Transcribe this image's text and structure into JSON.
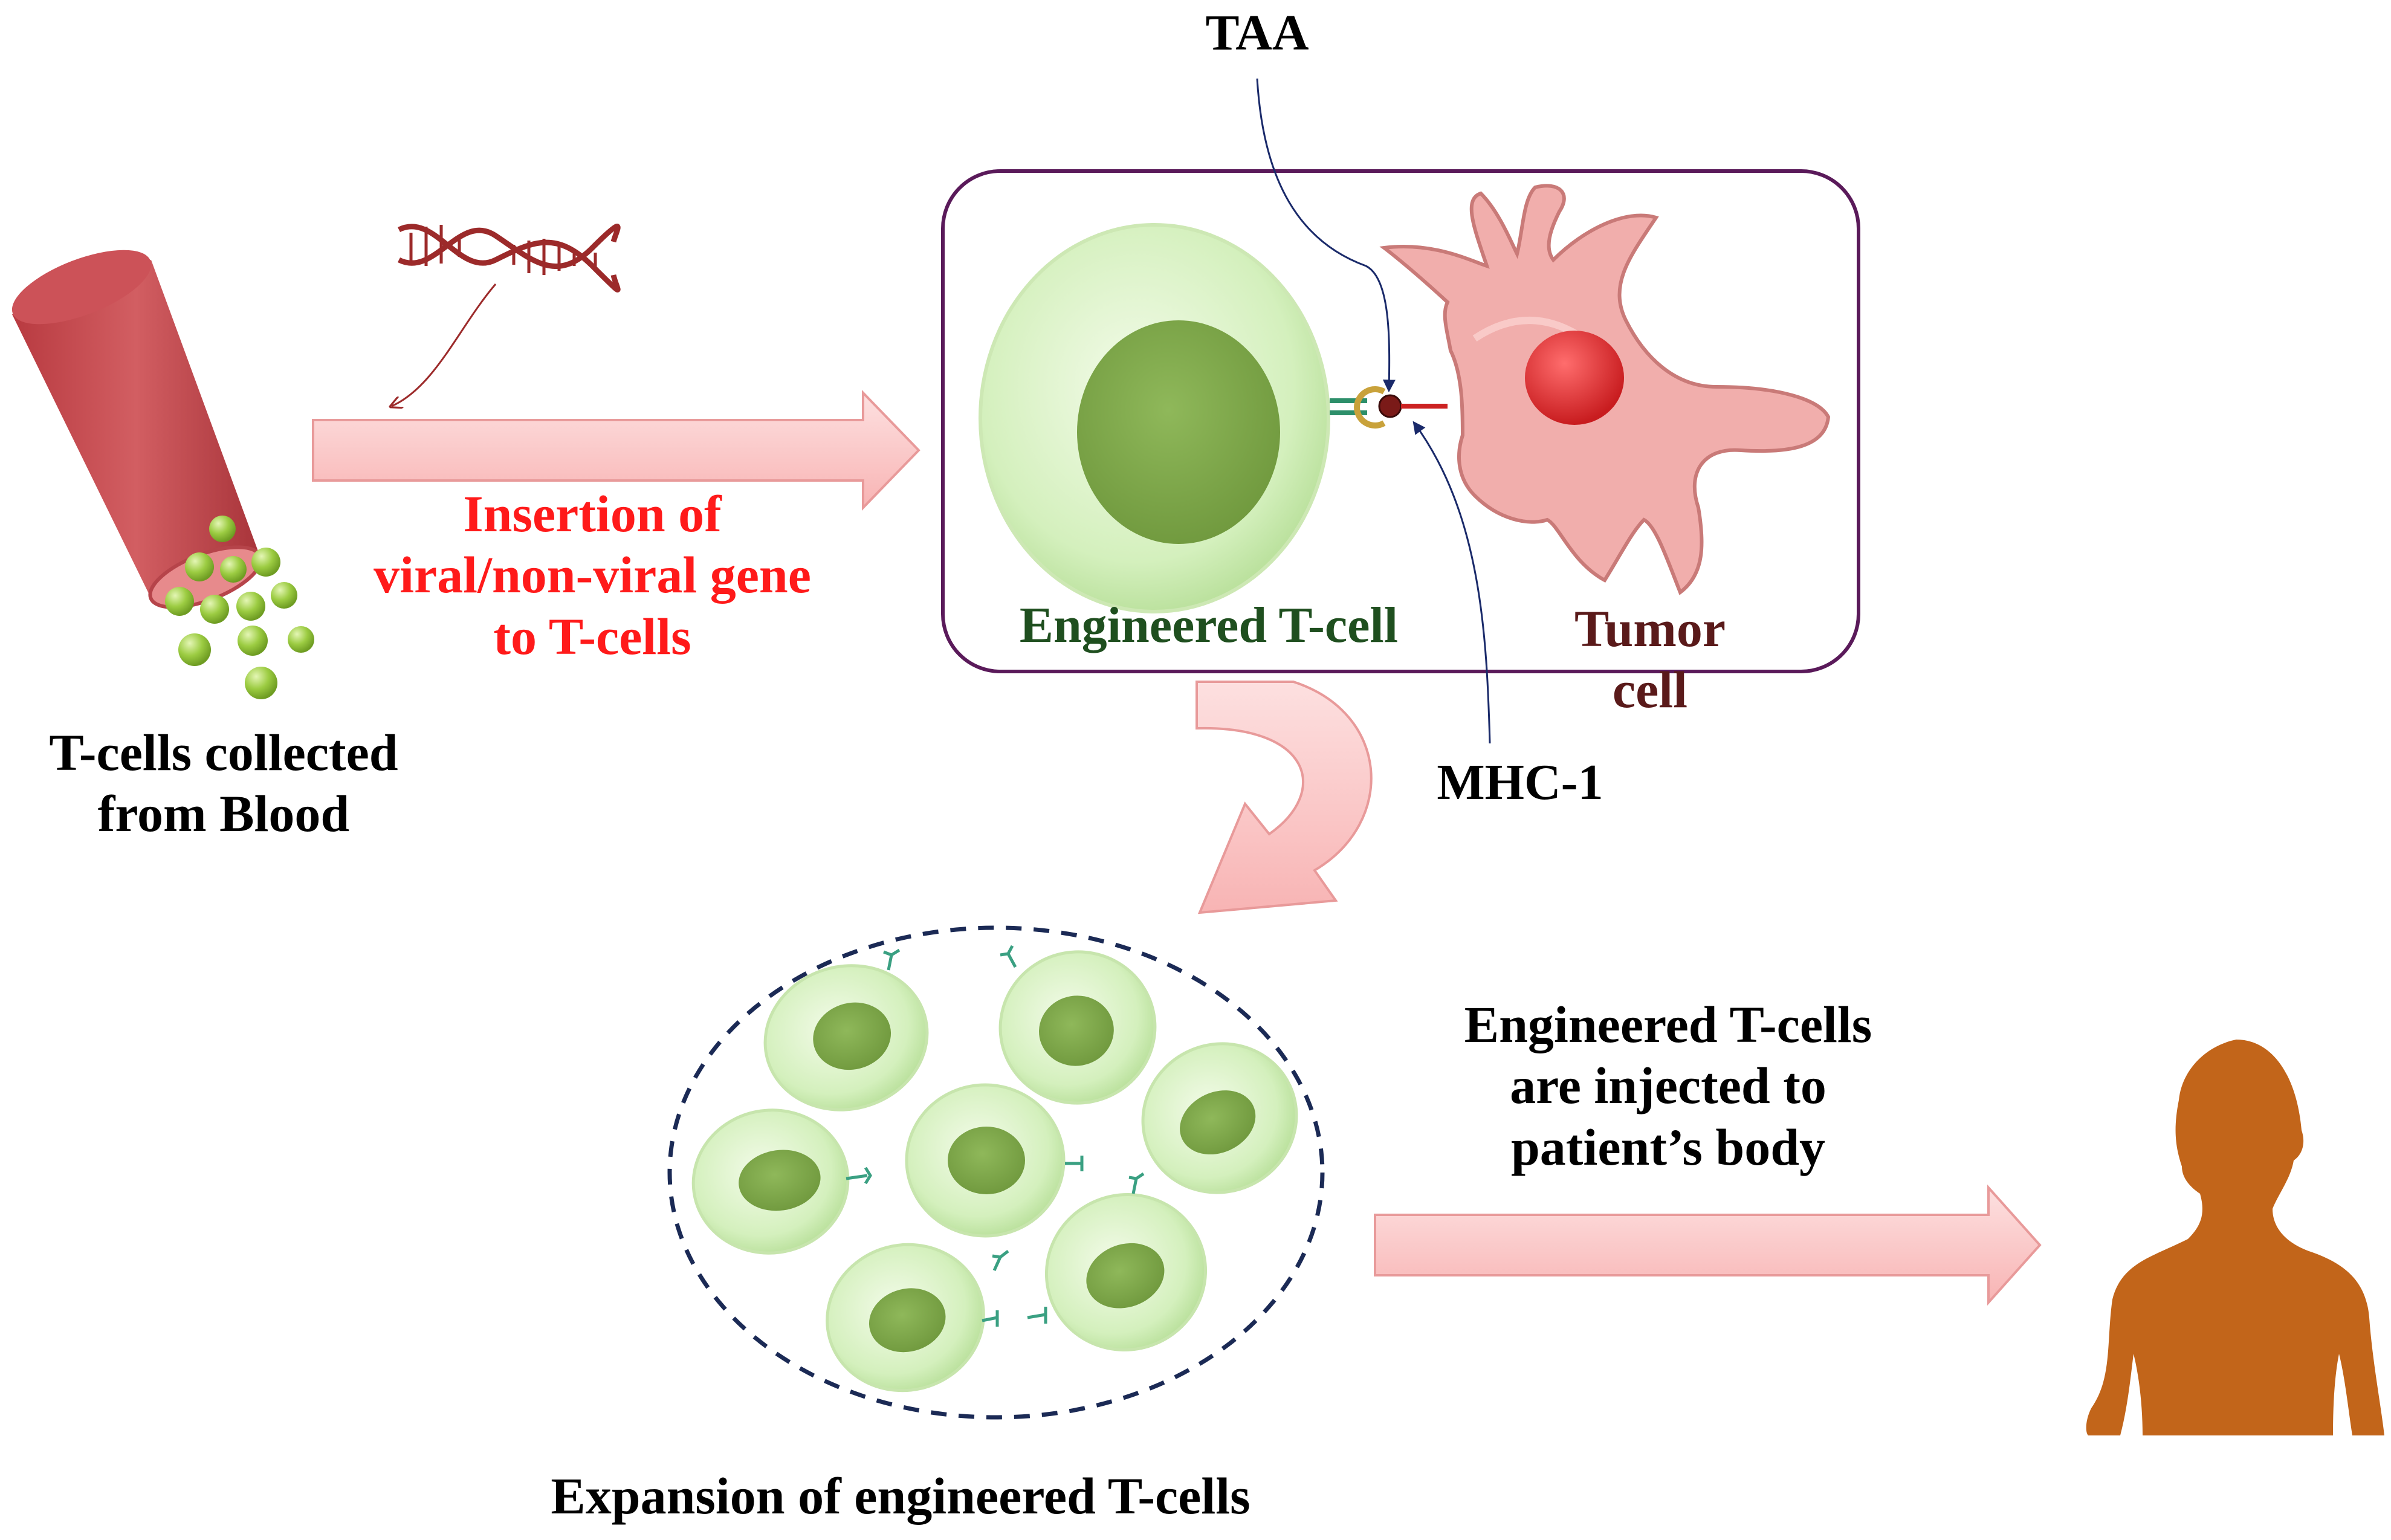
{
  "labels": {
    "taa": "TAA",
    "mhc": "MHC-1",
    "tcells_collected": [
      "T-cells collected",
      "from Blood"
    ],
    "insertion": [
      "Insertion of",
      "viral/non-viral gene",
      "to T-cells"
    ],
    "engineered_tcell": "Engineered T-cell",
    "tumor_cell": [
      "Tumor",
      "cell"
    ],
    "injected": [
      "Engineered T-cells",
      "are injected to",
      "patient’s body"
    ],
    "expansion": "Expansion of engineered T-cells"
  },
  "colors": {
    "insertion_text": "#ff1a1a",
    "engineered_tcell_text": "#1f4f1f",
    "tumor_text": "#5a1a1a",
    "black_text": "#000000",
    "tube": "#c0494e",
    "tcell_outer": "#d8f2c2",
    "tcell_nucleus": "#7fa84a",
    "tumor_body": "#f0aaa8",
    "tumor_nucleus": "#e3282c",
    "arrow_fill": "#fbc4c4",
    "arrow_stroke": "#e89a9a",
    "box_border": "#5a1a5a",
    "dash_circle": "#1b2a55",
    "human": "#c2651a",
    "dna": "#9c2a2a",
    "pointer": "#1a2a6a"
  }
}
